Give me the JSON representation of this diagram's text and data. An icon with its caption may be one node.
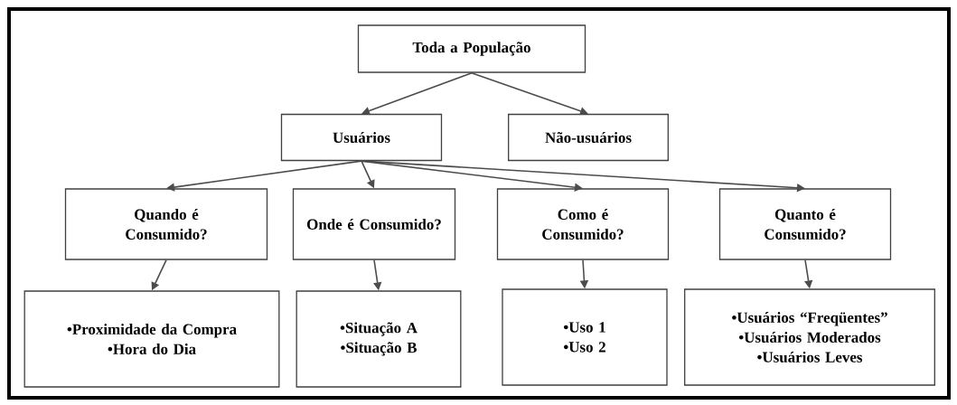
{
  "diagram": {
    "nodes": [
      {
        "text": [
          "Toda a População"
        ]
      },
      {
        "text": [
          "Usuários"
        ]
      },
      {
        "text": [
          "Não-usuários"
        ]
      },
      {
        "text": [
          "Quando é Consumido?"
        ]
      },
      {
        "text": [
          "Onde é Consumido?"
        ]
      },
      {
        "text": [
          "Como é Consumido?"
        ]
      },
      {
        "text": [
          "Quanto é Consumido?"
        ]
      },
      {
        "text": [
          "•Proximidade da Compra",
          "•Hora do Dia"
        ]
      },
      {
        "text": [
          "•Situação A",
          "•Situação B"
        ]
      },
      {
        "text": [
          "•Uso 1",
          "•Uso 2"
        ]
      },
      {
        "text": [
          "•Usuários “Freqüentes”",
          "•Usuários Moderados",
          "•Usuários Leves"
        ]
      }
    ],
    "edges": [
      {
        "from": 0,
        "to": 1,
        "arrow": "to"
      },
      {
        "from": 0,
        "to": 2,
        "arrow": "to"
      },
      {
        "from": 1,
        "to": 3,
        "arrow": "to"
      },
      {
        "from": 1,
        "to": 4,
        "arrow": "to"
      },
      {
        "from": 1,
        "to": 5,
        "arrow": "to"
      },
      {
        "from": 1,
        "to": 6,
        "arrow": "to"
      },
      {
        "from": 3,
        "to": 7,
        "arrow": "to"
      },
      {
        "from": 4,
        "to": 8,
        "arrow": "to"
      },
      {
        "from": 5,
        "to": 9,
        "arrow": "to"
      },
      {
        "from": 6,
        "to": 10,
        "arrow": "to"
      }
    ]
  }
}
